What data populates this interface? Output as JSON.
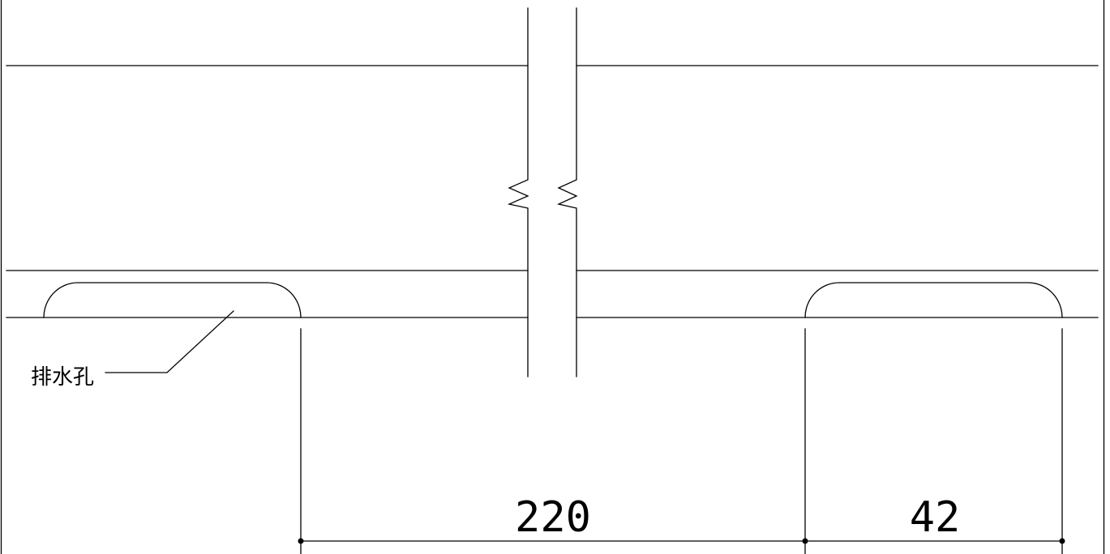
{
  "colors": {
    "background": "#ffffff",
    "line": "#000000"
  },
  "labels": {
    "drain_hole": "排水孔"
  },
  "dimensions": {
    "span_left": "220",
    "span_right": "42"
  }
}
